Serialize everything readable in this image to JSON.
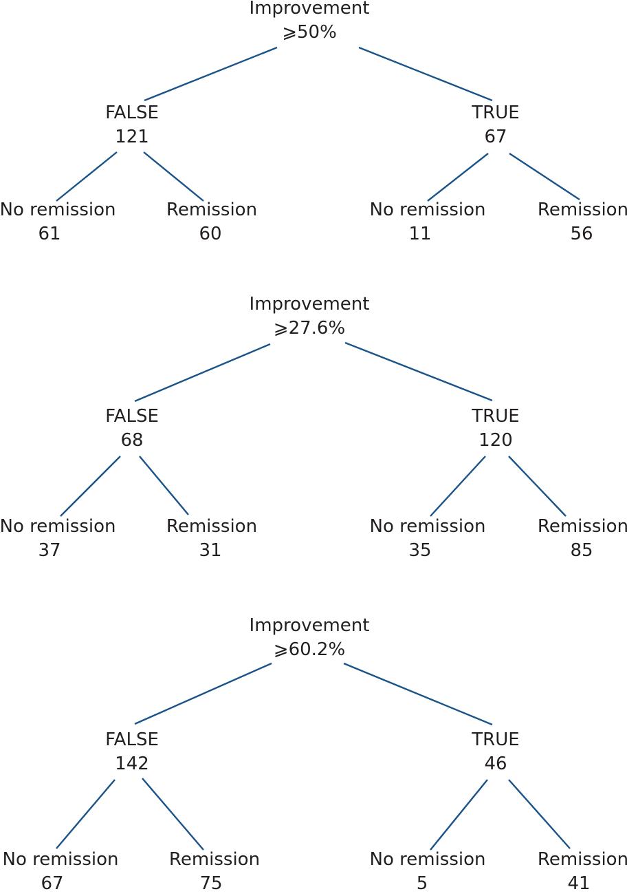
{
  "diagram": {
    "line_color": "#1a5389",
    "text_color": "#231f20",
    "trees": [
      {
        "root": {
          "label": "Improvement",
          "condition": "⩾50%"
        },
        "branches": [
          {
            "label": "FALSE",
            "count": "121",
            "leaves": [
              {
                "label": "No remission",
                "count": "61"
              },
              {
                "label": "Remission",
                "count": "60"
              }
            ]
          },
          {
            "label": "TRUE",
            "count": "67",
            "leaves": [
              {
                "label": "No remission",
                "count": "11"
              },
              {
                "label": "Remission",
                "count": "56"
              }
            ]
          }
        ]
      },
      {
        "root": {
          "label": "Improvement",
          "condition": "⩾27.6%"
        },
        "branches": [
          {
            "label": "FALSE",
            "count": "68",
            "leaves": [
              {
                "label": "No remission",
                "count": "37"
              },
              {
                "label": "Remission",
                "count": "31"
              }
            ]
          },
          {
            "label": "TRUE",
            "count": "120",
            "leaves": [
              {
                "label": "No remission",
                "count": "35"
              },
              {
                "label": "Remission",
                "count": "85"
              }
            ]
          }
        ]
      },
      {
        "root": {
          "label": "Improvement",
          "condition": "⩾60.2%"
        },
        "branches": [
          {
            "label": "FALSE",
            "count": "142",
            "leaves": [
              {
                "label": "No remission",
                "count": "67"
              },
              {
                "label": "Remission",
                "count": "75"
              }
            ]
          },
          {
            "label": "TRUE",
            "count": "46",
            "leaves": [
              {
                "label": "No remission",
                "count": "5"
              },
              {
                "label": "Remission",
                "count": "41"
              }
            ]
          }
        ]
      }
    ]
  }
}
